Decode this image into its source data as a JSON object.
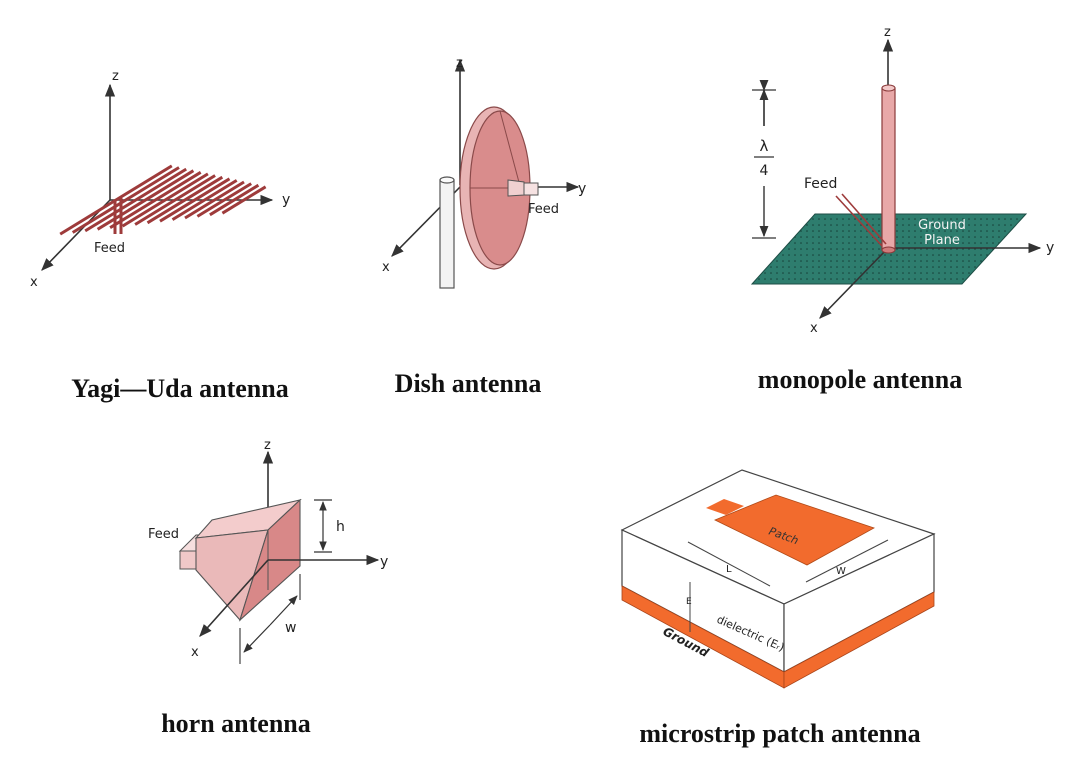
{
  "panels": {
    "yagi": {
      "caption": "Yagi—Uda antenna",
      "axis_x": "x",
      "axis_y": "y",
      "axis_z": "z",
      "feed": "Feed",
      "element_count": 14
    },
    "dish": {
      "caption": "Dish antenna",
      "axis_x": "x",
      "axis_y": "y",
      "axis_z": "z",
      "feed": "Feed"
    },
    "monopole": {
      "caption": "monopole antenna",
      "axis_x": "x",
      "axis_y": "y",
      "axis_z": "z",
      "feed": "Feed",
      "lambda_num": "λ",
      "lambda_den": "4",
      "ground_line1": "Ground",
      "ground_line2": "Plane"
    },
    "horn": {
      "caption": "horn antenna",
      "axis_x": "x",
      "axis_y": "y",
      "axis_z": "z",
      "feed": "Feed",
      "dim_h": "h",
      "dim_w": "w"
    },
    "patch": {
      "caption": "microstrip patch antenna",
      "patch": "Patch",
      "dim_L": "L",
      "dim_W": "W",
      "dim_E": "E",
      "dielectric": "dielectric (Eᵣ)",
      "ground": "Ground"
    }
  },
  "colors": {
    "element": "#9e3b3b",
    "pink": "#e8b4b4",
    "pink_dark": "#cf7b7b",
    "ground": "#2e7d6e",
    "patch": "#f26b2d",
    "axis": "#333333"
  }
}
